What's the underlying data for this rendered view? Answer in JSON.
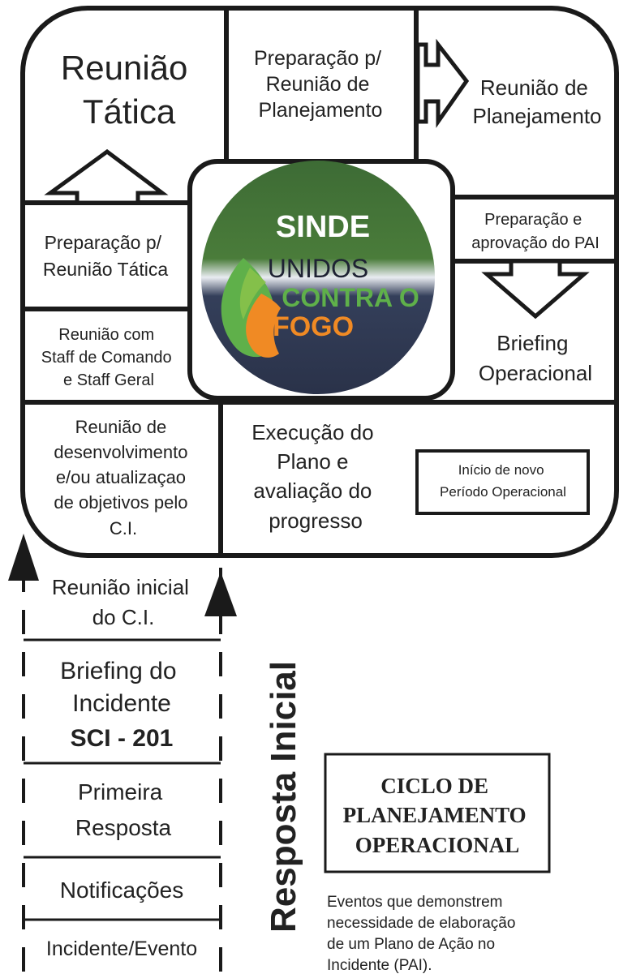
{
  "colors": {
    "line": "#1a1a1a",
    "text": "#222222",
    "logo_dark": "#2f3a52",
    "logo_green": "#4a7c3a",
    "logo_accent_green": "#5fb04a",
    "logo_orange": "#f08a24"
  },
  "cycle": {
    "reuniao_tatica": [
      "Reunião",
      "Tática"
    ],
    "prep_reuniao_planejamento": [
      "Preparação p/",
      "Reunião de",
      "Planejamento"
    ],
    "reuniao_planejamento": [
      "Reunião de",
      "Planejamento"
    ],
    "prep_reuniao_tatica": [
      "Preparação p/",
      "Reunião Tática"
    ],
    "reuniao_staff": [
      "Reunião com",
      "Staff de Comando",
      "e Staff Geral"
    ],
    "prep_aprovacao_pai": [
      "Preparação e",
      "aprovação do PAI"
    ],
    "briefing_operacional": [
      "Briefing",
      "Operacional"
    ],
    "reuniao_desenvolvimento": [
      "Reunião de",
      "desenvolvimento",
      "e/ou atualizaçao",
      "de objetivos pelo",
      "C.I."
    ],
    "execucao_plano": [
      "Execução do",
      "Plano e",
      "avaliação do",
      "progresso"
    ],
    "inicio_novo_periodo": [
      "Início de novo",
      "Período Operacional"
    ]
  },
  "logo": {
    "title": "SINDE",
    "line1": "UNIDOS",
    "line2": "CONTRA O",
    "line3": "FOGO"
  },
  "initial": {
    "reuniao_inicial": [
      "Reunião inicial",
      "do C.I."
    ],
    "briefing_incidente": [
      "Briefing do",
      "Incidente"
    ],
    "form_code": "SCI - 201",
    "primeira_resposta": [
      "Primeira",
      "Resposta"
    ],
    "notificacoes": "Notificações",
    "incidente_evento": "Incidente/Evento",
    "vertical_label": "Resposta Inicial"
  },
  "title_box": [
    "CICLO DE",
    "PLANEJAMENTO",
    "OPERACIONAL"
  ],
  "caption": [
    "Eventos que demonstrem",
    "necessidade de elaboração",
    "de um Plano de Ação no",
    "Incidente (PAI)."
  ]
}
